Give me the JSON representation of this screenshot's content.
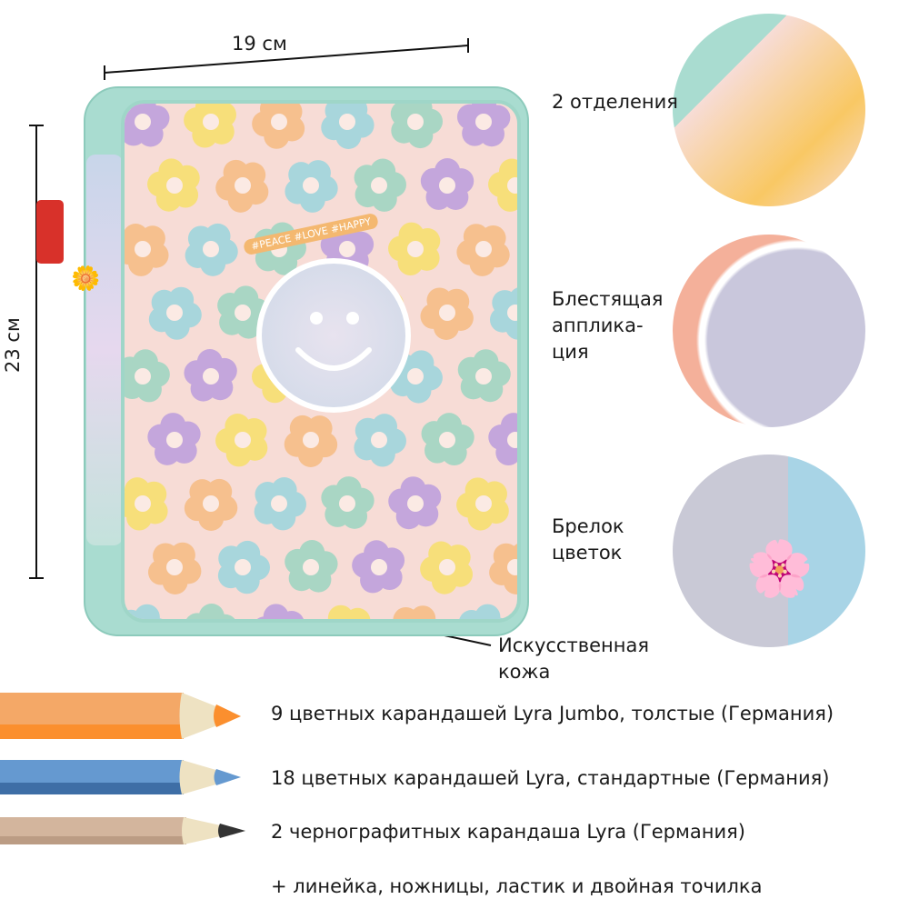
{
  "dimensions": {
    "width": "19 см",
    "height": "23 см"
  },
  "features": [
    {
      "label_lines": [
        "2 отделения"
      ],
      "icon": "zipper-closeup"
    },
    {
      "label_lines": [
        "Блестящая",
        "аппликa-",
        "ция"
      ],
      "icon": "glitter-smiley-closeup"
    },
    {
      "label_lines": [
        "Брелок",
        "цветок"
      ],
      "icon": "flower-charm-closeup"
    }
  ],
  "material": {
    "label_lines": [
      "Искусственная",
      "кожа"
    ]
  },
  "patch_text": "#PEACE #LOVE #HAPPY",
  "contents": [
    {
      "text": "9 цветных карандашей Lyra Jumbo, толстые (Германия)",
      "colors": {
        "light": "#f4a867",
        "dark": "#fb8f2e",
        "tip": "#fb8f2e"
      }
    },
    {
      "text": "18 цветных карандашей Lyra, стандартные (Германия)",
      "colors": {
        "light": "#6599d0",
        "dark": "#3e6ea6",
        "tip": "#6599d0"
      }
    },
    {
      "text": "2 чернографитных карандаша Lyra (Германия)",
      "colors": {
        "light": "#d3b59d",
        "dark": "#bb9c84",
        "tip": "#333333"
      }
    }
  ],
  "extras": "+ линейка, ножницы, ластик и двойная точилка"
}
